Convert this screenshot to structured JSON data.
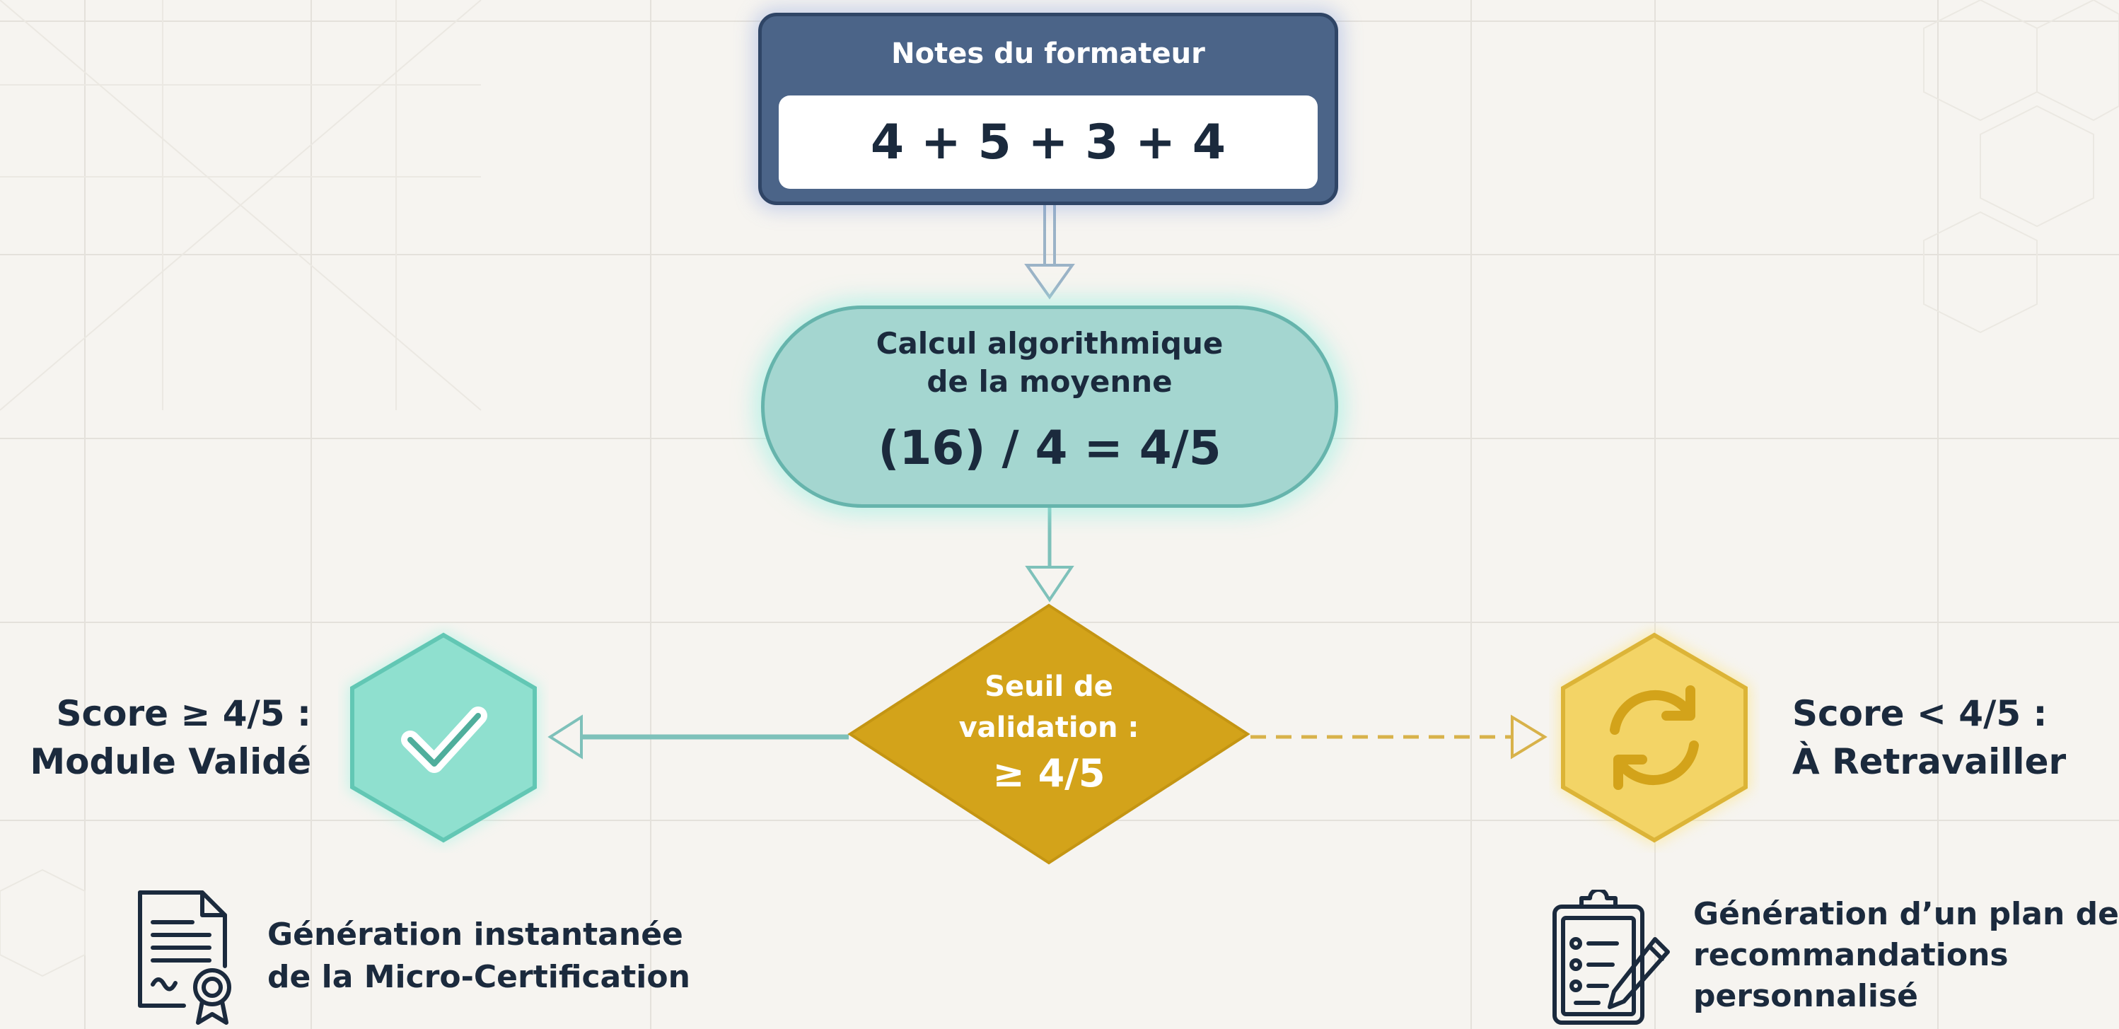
{
  "colors": {
    "background": "#f6f4f0",
    "notes_fill": "#4b6488",
    "calc_fill": "#a4d6d0",
    "threshold_fill": "#d3a31a",
    "valid_hex_fill": "#8fe0cf",
    "retry_hex_fill": "#f3d466",
    "text_dark": "#1b2a3d"
  },
  "notes": {
    "title": "Notes du formateur",
    "values": "4 + 5 + 3 + 4"
  },
  "calc": {
    "line1": "Calcul algorithmique",
    "line2": "de la moyenne",
    "formula": "(16) / 4 = 4/5"
  },
  "threshold": {
    "line1": "Seuil de",
    "line2": "validation :",
    "value": "≥ 4/5"
  },
  "valid": {
    "line1": "Score ≥ 4/5 :",
    "line2": "Module Validé",
    "icon": "checkmark-icon",
    "bottom_icon": "certificate-icon",
    "bottom_line1": "Génération instantanée",
    "bottom_line2": "de la Micro-Certification"
  },
  "retry": {
    "line1": "Score < 4/5 :",
    "line2": "À Retravailler",
    "icon": "refresh-icon",
    "bottom_icon": "clipboard-checklist-icon",
    "bottom_line1": "Génération d’un plan de",
    "bottom_line2": "recommandations",
    "bottom_line3": "personnalisé"
  }
}
